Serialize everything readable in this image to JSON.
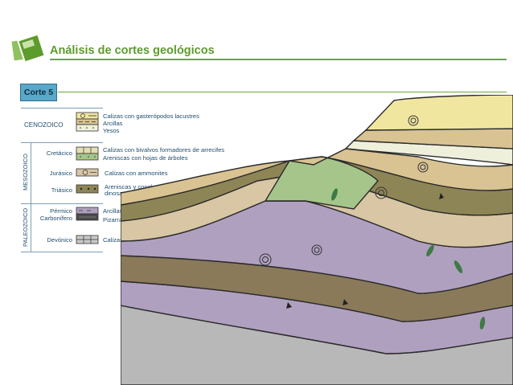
{
  "header": {
    "title": "Análisis de cortes geológicos",
    "badge": "Corte 5"
  },
  "legend": {
    "cenozoico": {
      "era": "CENOZOICO",
      "items": [
        "Calizas con gasterópodos lacustres",
        "Arcillas",
        "Yesos"
      ]
    },
    "mesozoico": {
      "era": "MESOZOICO",
      "cretacico": {
        "period": "Cretácico",
        "items": [
          "Calizas con bivalvos formadores de arrecifes",
          "Areniscas con hojas de árboles"
        ]
      },
      "jurasico": {
        "period": "Jurásico",
        "items": [
          "Calizas con ammonites"
        ]
      },
      "triasico": {
        "period": "Triásico",
        "items": [
          "Areniscas y conglomerados con huellas de",
          "dinosaurios triásicos"
        ]
      }
    },
    "paleozoico": {
      "era": "PALEOZOICO",
      "permico": {
        "period": "Pérmico",
        "items": [
          "Arcillas y areniscas"
        ]
      },
      "carbonifero": {
        "period": "Carbonífero",
        "items": [
          "Pizarras y carbón"
        ]
      },
      "devonico": {
        "period": "Devónico",
        "items": [
          "Calizas con corales"
        ]
      }
    }
  },
  "colors": {
    "accent": "#5d9b2d",
    "legend_text": "#1f4e6e",
    "yellow": "#f0e6a0",
    "tan": "#d9c393",
    "green": "#a6c58a",
    "olive": "#8e8556",
    "sand": "#d8c6a4",
    "lavender": "#b0a0c0",
    "brown": "#8a7a5a",
    "gray": "#b8b8b8"
  }
}
